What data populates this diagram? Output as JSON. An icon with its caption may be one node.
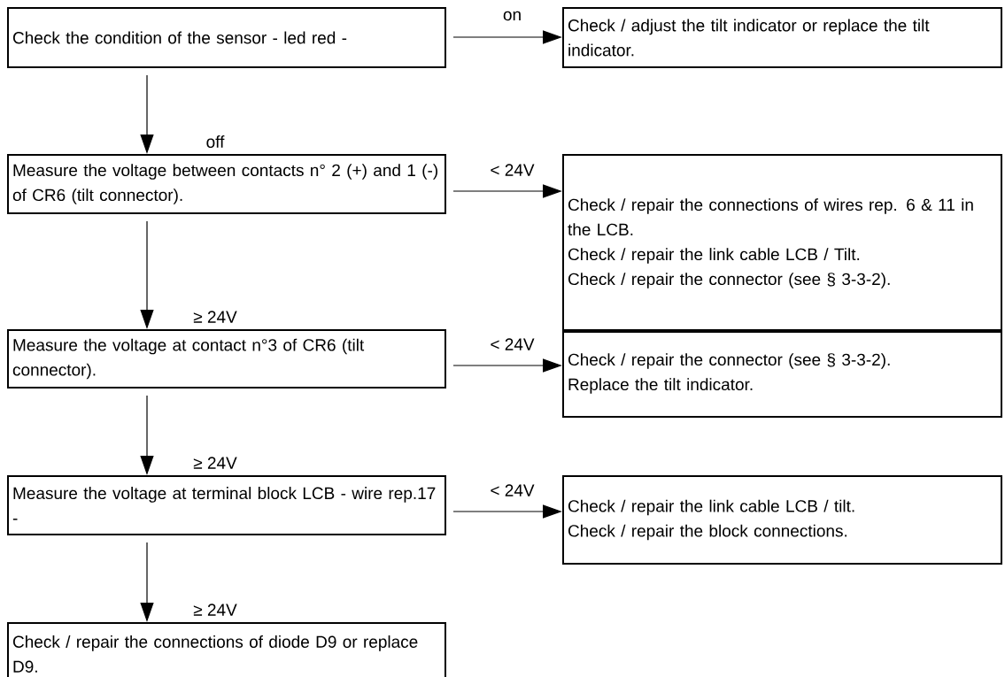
{
  "diagram": {
    "nodes": [
      {
        "text": [
          "Check the condition of the sensor - led red -"
        ]
      },
      {
        "text": [
          "Check / adjust the tilt indicator or replace the tilt indicator."
        ]
      },
      {
        "text": [
          "Measure the voltage between contacts n° 2 (+) and 1 (-) of CR6 (tilt connector)."
        ]
      },
      {
        "text": [
          "Check / repair the connections of wires rep. 6 & 11 in the LCB.",
          "Check / repair the link cable LCB / Tilt.",
          "Check / repair the connector (see § 3-3-2)."
        ]
      },
      {
        "text": [
          "Measure the voltage at contact n°3 of CR6 (tilt connector)."
        ]
      },
      {
        "text": [
          "Check / repair the connector (see § 3-3-2).",
          "Replace the tilt indicator."
        ]
      },
      {
        "text": [
          "Measure the voltage at terminal block LCB - wire rep.17 -"
        ]
      },
      {
        "text": [
          "Check / repair the link cable LCB / tilt.",
          "Check / repair the block connections."
        ]
      },
      {
        "text": [
          "Check / repair the connections of diode D9   or replace D9."
        ]
      }
    ],
    "edges": [
      {
        "from": 0,
        "to": 1,
        "arrow": "to",
        "label": "on"
      },
      {
        "from": 0,
        "to": 2,
        "arrow": "to",
        "label": "off"
      },
      {
        "from": 2,
        "to": 3,
        "arrow": "to",
        "label": "< 24V"
      },
      {
        "from": 2,
        "to": 4,
        "arrow": "to",
        "label": "≥ 24V"
      },
      {
        "from": 4,
        "to": 5,
        "arrow": "to",
        "label": "< 24V"
      },
      {
        "from": 4,
        "to": 6,
        "arrow": "to",
        "label": "≥ 24V"
      },
      {
        "from": 6,
        "to": 7,
        "arrow": "to",
        "label": "< 24V"
      },
      {
        "from": 6,
        "to": 8,
        "arrow": "to",
        "label": "≥ 24V"
      }
    ]
  }
}
